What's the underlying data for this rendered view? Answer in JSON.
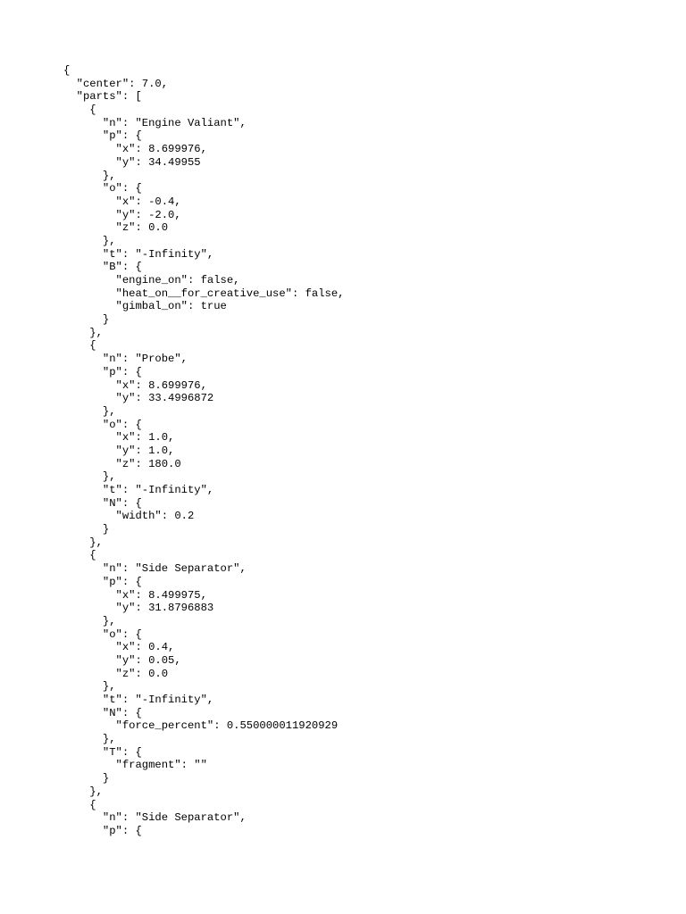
{
  "document": {
    "lines": [
      "{",
      "  \"center\": 7.0,",
      "  \"parts\": [",
      "    {",
      "      \"n\": \"Engine Valiant\",",
      "      \"p\": {",
      "        \"x\": 8.699976,",
      "        \"y\": 34.49955",
      "      },",
      "      \"o\": {",
      "        \"x\": -0.4,",
      "        \"y\": -2.0,",
      "        \"z\": 0.0",
      "      },",
      "      \"t\": \"-Infinity\",",
      "      \"B\": {",
      "        \"engine_on\": false,",
      "        \"heat_on__for_creative_use\": false,",
      "        \"gimbal_on\": true",
      "      }",
      "    },",
      "    {",
      "      \"n\": \"Probe\",",
      "      \"p\": {",
      "        \"x\": 8.699976,",
      "        \"y\": 33.4996872",
      "      },",
      "      \"o\": {",
      "        \"x\": 1.0,",
      "        \"y\": 1.0,",
      "        \"z\": 180.0",
      "      },",
      "      \"t\": \"-Infinity\",",
      "      \"N\": {",
      "        \"width\": 0.2",
      "      }",
      "    },",
      "    {",
      "      \"n\": \"Side Separator\",",
      "      \"p\": {",
      "        \"x\": 8.499975,",
      "        \"y\": 31.8796883",
      "      },",
      "      \"o\": {",
      "        \"x\": 0.4,",
      "        \"y\": 0.05,",
      "        \"z\": 0.0",
      "      },",
      "      \"t\": \"-Infinity\",",
      "      \"N\": {",
      "        \"force_percent\": 0.550000011920929",
      "      },",
      "      \"T\": {",
      "        \"fragment\": \"\"",
      "      }",
      "    },",
      "    {",
      "      \"n\": \"Side Separator\",",
      "      \"p\": {"
    ]
  }
}
